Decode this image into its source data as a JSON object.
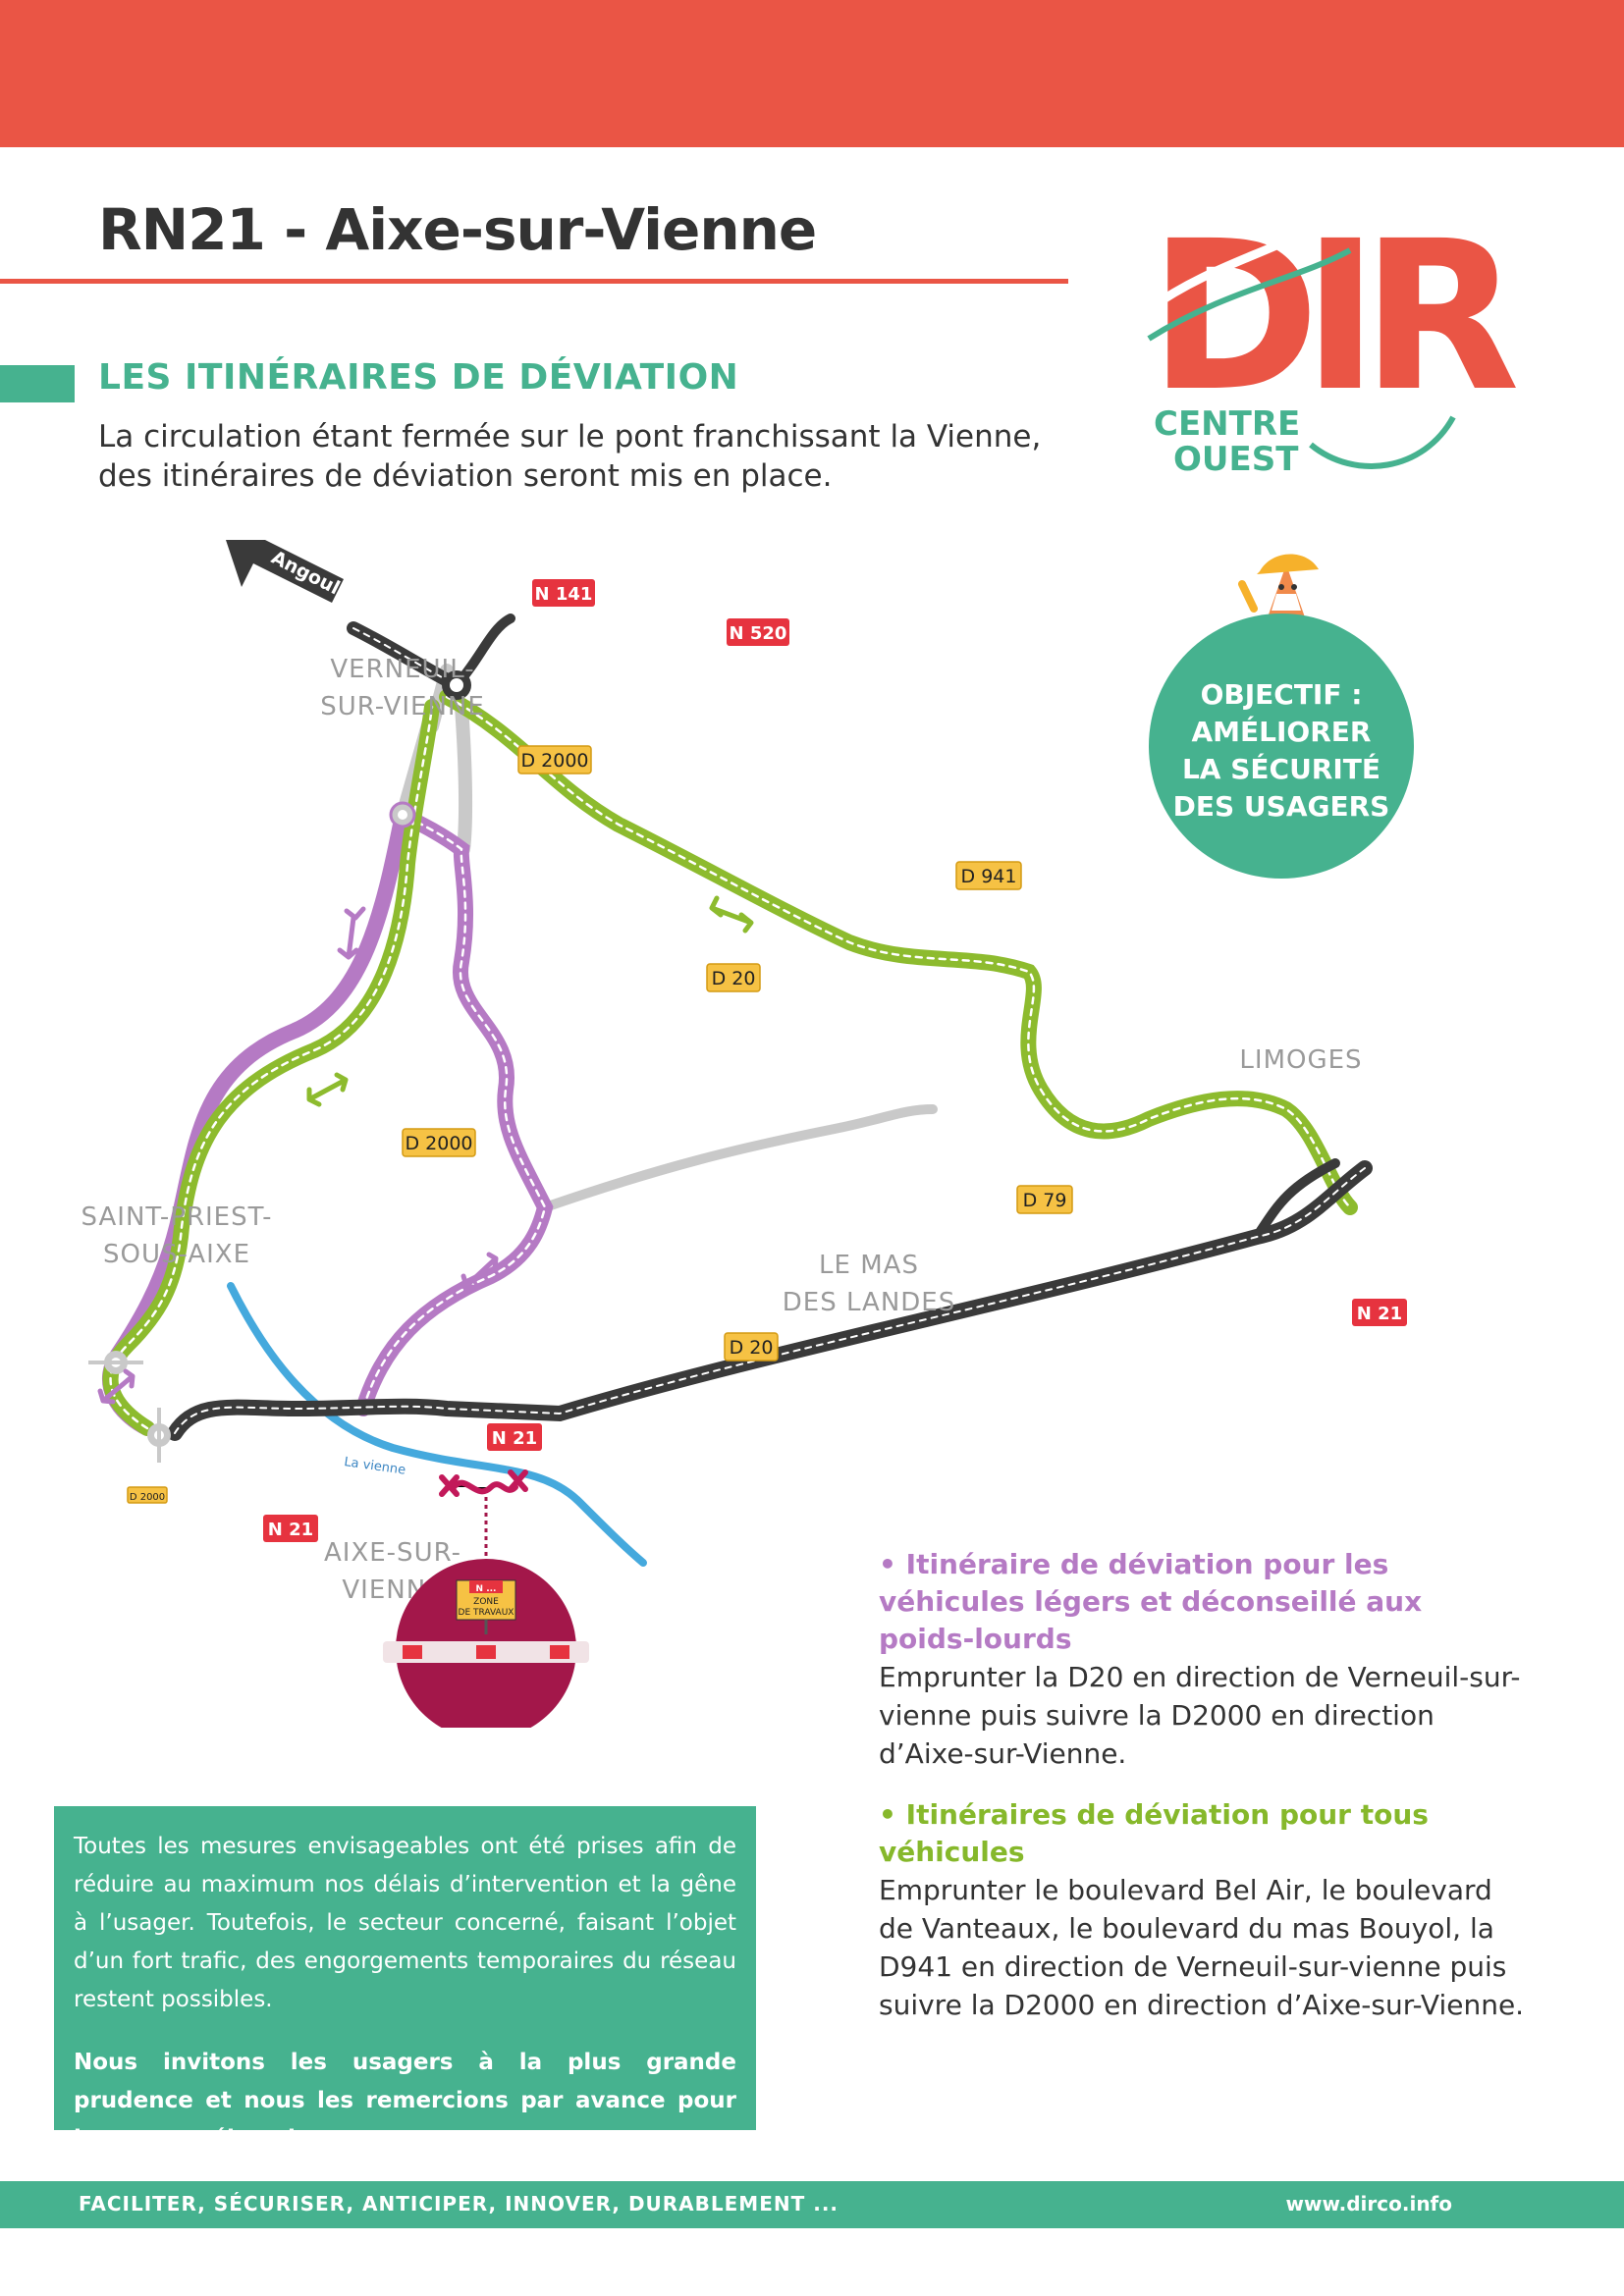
{
  "header": {
    "title": "RN21 - Aixe-sur-Vienne"
  },
  "logo": {
    "letters": "DIR",
    "line1": "CENTRE",
    "line2": "OUEST",
    "icon": "dir-logo-icon"
  },
  "section": {
    "title": "LES ITINÉRAIRES DE DÉVIATION",
    "intro": "La circulation étant fermée sur le pont franchissant la Vienne, des itinéraires de déviation seront mis en place."
  },
  "objectif": {
    "text": "OBJECTIF :\nAMÉLIORER\nLA SÉCURITÉ\nDES USAGERS",
    "icon": "traffic-cone-mascot-icon"
  },
  "map": {
    "places": {
      "verneuil_1": "VERNEUIL-",
      "verneuil_2": "SUR-VIENNE",
      "limoges": "LIMOGES",
      "saint_priest_1": "SAINT-PRIEST-",
      "saint_priest_2": "SOUS-AIXE",
      "le_mas_1": "LE MAS",
      "le_mas_2": "DES LANDES",
      "aixe_1": "AIXE-SUR-",
      "aixe_2": "VIENNE"
    },
    "direction": "Angoulême",
    "river": "La vienne",
    "roads": {
      "n141": "N 141",
      "n520": "N 520",
      "d2000_top": "D 2000",
      "d941": "D 941",
      "d20_top": "D 20",
      "d2000_mid": "D 2000",
      "d79": "D 79",
      "n21_right": "N 21",
      "d20_bottom": "D 20",
      "n21_center": "N 21",
      "d2000_small": "D 2000",
      "n21_left": "N 21"
    },
    "works_sign": {
      "code": "N ...",
      "line1": "ZONE",
      "line2": "DE TRAVAUX"
    },
    "colors": {
      "light_route": "#b57ac4",
      "all_route": "#8dbb2e",
      "national_road": "#3a3a3a",
      "other_road": "#c9c9c9",
      "river": "#45a9dd",
      "works": "#a3174a"
    }
  },
  "legend": {
    "light": {
      "title": "• Itinéraire de déviation pour les véhicules légers et déconseillé aux poids-lourds",
      "text": "Emprunter la D20 en direction de Verneuil-sur-vienne puis suivre la D2000 en direction d’Aixe-sur-Vienne."
    },
    "all": {
      "title": "• Itinéraires de déviation pour tous véhicules",
      "text": "Emprunter le boulevard Bel Air, le boulevard de Vanteaux, le boulevard du mas Bouyol, la D941 en direction de Verneuil-sur-vienne puis suivre la D2000 en direction d’Aixe-sur-Vienne."
    }
  },
  "notice": {
    "text": "Toutes les mesures envisageables ont été prises afin de réduire au maximum nos délais d’intervention et la gêne à l’usager. Toutefois, le secteur concerné, faisant l’objet d’un fort trafic, des engorgements temporaires du réseau restent possibles.",
    "strong": "Nous invitons les usagers à la plus grande prudence et nous les remercions par avance pour leur compréhension."
  },
  "footer": {
    "slogan": "FACILITER,  SÉCURISER, ANTICIPER, INNOVER, DURABLEMENT ...",
    "url": "www.dirco.info"
  }
}
